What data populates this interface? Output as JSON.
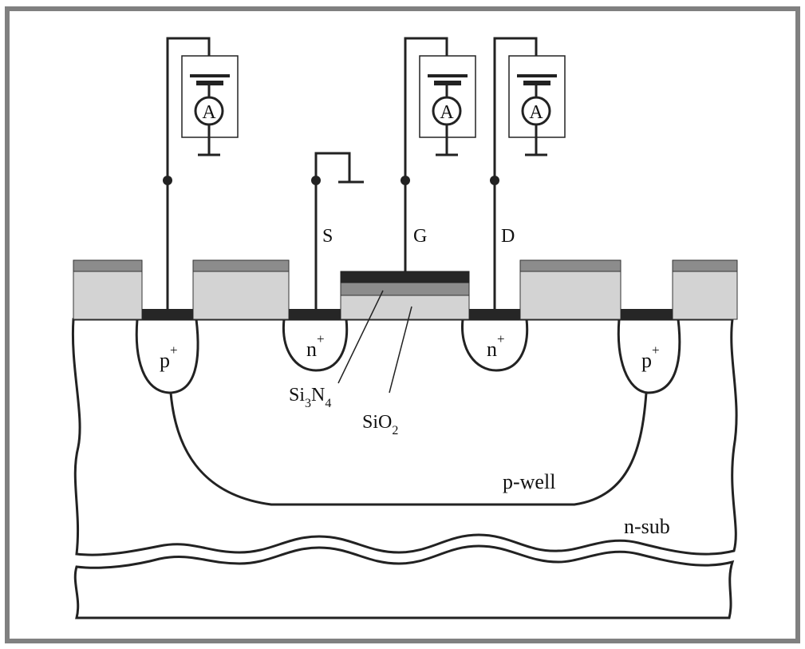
{
  "labels": {
    "source": "S",
    "gate": "G",
    "drain": "D",
    "n_plus": "n",
    "p_plus": "p",
    "plus_sign": "+",
    "si3n4_si": "Si",
    "si3n4_sub3": "3",
    "si3n4_n": "N",
    "si3n4_sub4": "4",
    "sio2_sio": "SiO",
    "sio2_sub2": "2",
    "p_well": "p-well",
    "n_sub": "n-sub",
    "ammeter": "A"
  },
  "colors": {
    "frame": "#808080",
    "oxide": "#d3d3d3",
    "nitride": "#8c8c8c",
    "gate_metal": "#262626",
    "contact": "#262626",
    "line": "#222222"
  }
}
